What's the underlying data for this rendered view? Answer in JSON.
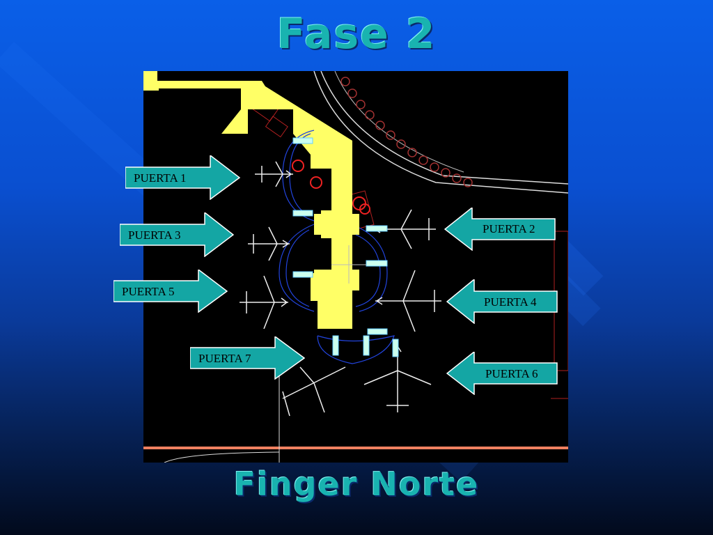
{
  "title": "Fase 2",
  "subtitle": "Finger Norte",
  "colors": {
    "title_teal": "#19b3b0",
    "arrow_teal": "#14a6a4",
    "pier_yellow": "#ffff66",
    "plan_background": "#000000"
  },
  "gates": [
    {
      "label": "PUERTA 1",
      "direction": "right"
    },
    {
      "label": "PUERTA 2",
      "direction": "left"
    },
    {
      "label": "PUERTA 3",
      "direction": "right"
    },
    {
      "label": "PUERTA 4",
      "direction": "left"
    },
    {
      "label": "PUERTA 5",
      "direction": "right"
    },
    {
      "label": "PUERTA 6",
      "direction": "left"
    },
    {
      "label": "PUERTA 7",
      "direction": "right"
    }
  ]
}
